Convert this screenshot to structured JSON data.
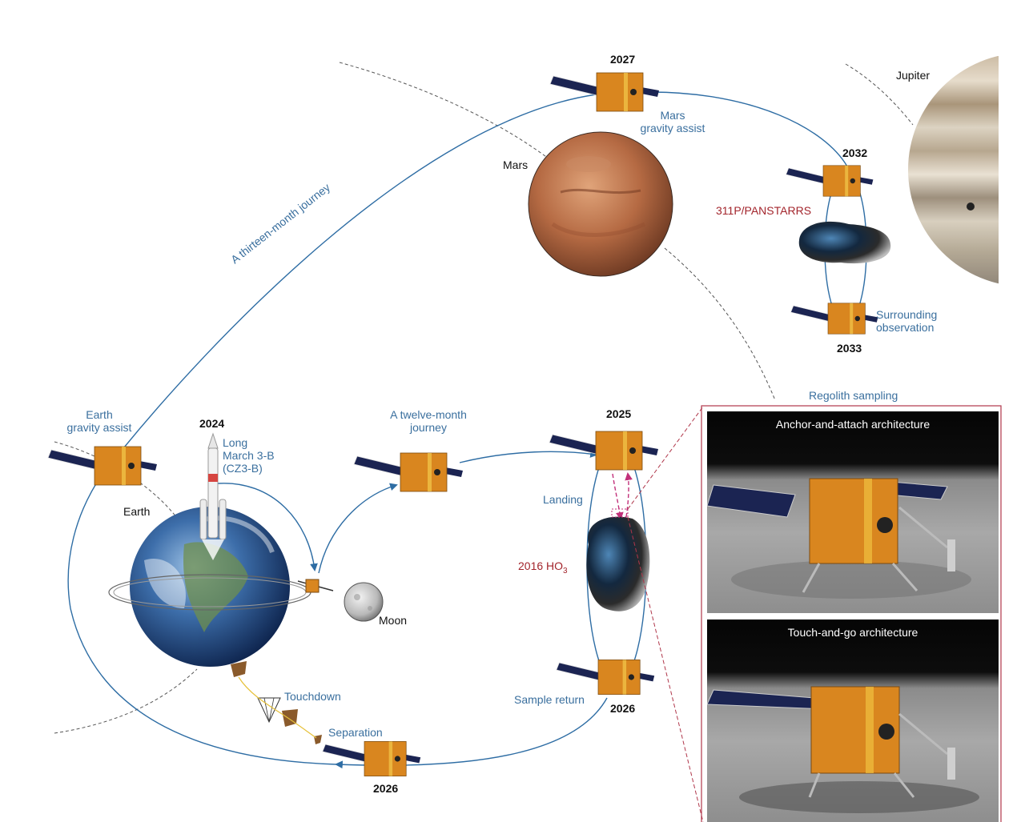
{
  "colors": {
    "trajectory": "#2e6da4",
    "label_blue": "#3a6f9e",
    "label_red": "#a3252c",
    "sampling_frame": "#b0364a",
    "spacecraft_body": "#d9861f",
    "solar_panel": "#1b2452"
  },
  "labels": {
    "journey_13": "A thirteen-month journey",
    "journey_12_l1": "A twelve-month",
    "journey_12_l2": "journey",
    "earth_ga_l1": "Earth",
    "earth_ga_l2": "gravity assist",
    "mars_ga_l1": "Mars",
    "mars_ga_l2": "gravity assist",
    "rocket_l1": "Long",
    "rocket_l2": "March 3-B",
    "rocket_l3": "(CZ3-B)",
    "landing": "Landing",
    "sample_return": "Sample return",
    "touchdown": "Touchdown",
    "separation": "Separation",
    "surround_l1": "Surrounding",
    "surround_l2": "observation",
    "regolith": "Regolith sampling"
  },
  "bodies": {
    "earth": "Earth",
    "moon": "Moon",
    "mars": "Mars",
    "jupiter": "Jupiter",
    "asteroid": "2016 HO",
    "asteroid_sub": "3",
    "comet": "311P/PANSTARRS"
  },
  "years": {
    "launch": "2024",
    "asteroid_arrival": "2025",
    "asteroid_depart": "2026",
    "earth_return": "2026",
    "mars_flyby": "2027",
    "comet_arrival": "2032",
    "comet_orbit": "2033"
  },
  "panels": {
    "top_title": "Anchor-and-attach architecture",
    "bottom_title": "Touch-and-go architecture"
  }
}
